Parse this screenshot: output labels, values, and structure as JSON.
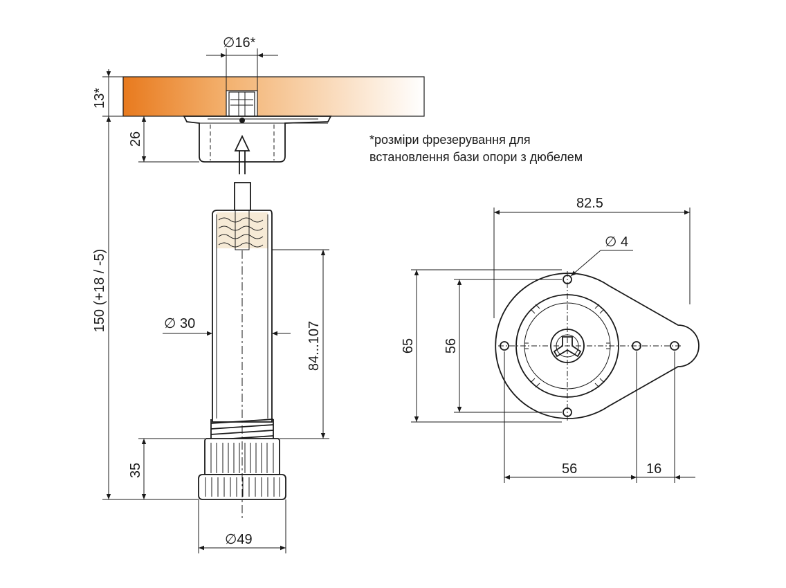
{
  "note": {
    "line1": "*розміри фрезерування для",
    "line2": "встановлення  бази опори з дюбелем"
  },
  "dims": {
    "d16": "∅16*",
    "h13": "13*",
    "h26": "26",
    "h150": "150 (+18 / -5)",
    "d30": "∅ 30",
    "h84": "84...107",
    "h35": "35",
    "d49": "∅49",
    "w825": "82.5",
    "d4": "∅ 4",
    "h65": "65",
    "h56v": "56",
    "w56": "56",
    "w16": "16"
  },
  "colors": {
    "panel_dark": "#e87a1e",
    "panel_light": "#ffffff",
    "line": "#1a1a1a"
  }
}
